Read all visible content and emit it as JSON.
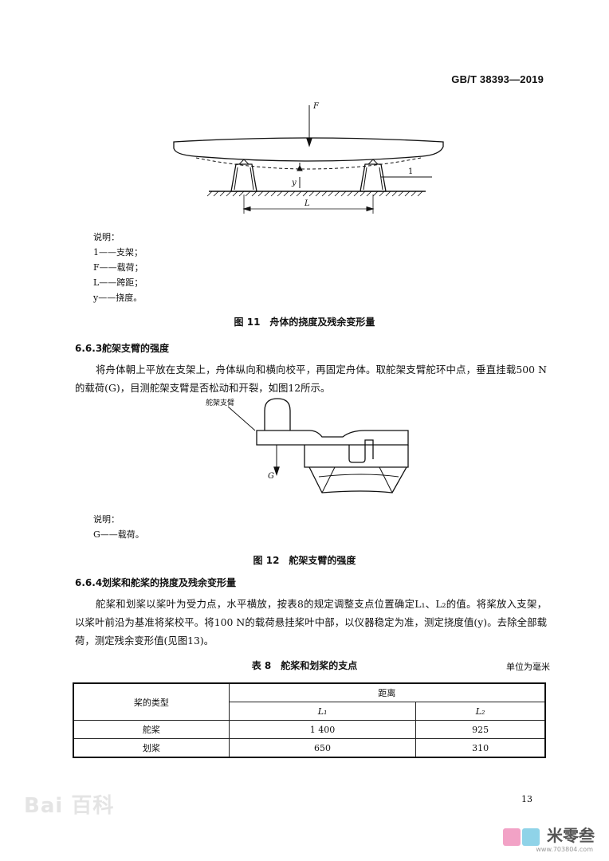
{
  "header": {
    "standard": "GB/T 38393—2019"
  },
  "figure11": {
    "labels": {
      "force": "F",
      "deflection": "y",
      "span": "L",
      "part1": "1"
    },
    "legend_title": "说明：",
    "legend": [
      "1——支架；",
      "F——载荷；",
      "L——跨距；",
      "y——挠度。"
    ],
    "caption": "图 11　舟体的挠度及残余变形量"
  },
  "section_663": {
    "number": "6.6.3",
    "title": "舵架支臂的强度",
    "paragraph": "将舟体朝上平放在支架上，舟体纵向和横向校平，再固定舟体。取舵架支臂舵环中点，垂直挂载500 N的载荷(G)，目测舵架支臂是否松动和开裂，如图12所示。"
  },
  "figure12": {
    "labels": {
      "arm": "舵架支臂",
      "load": "G"
    },
    "legend_title": "说明：",
    "legend": [
      "G——载荷。"
    ],
    "caption": "图 12　舵架支臂的强度"
  },
  "section_664": {
    "number": "6.6.4",
    "title": "划桨和舵桨的挠度及残余变形量",
    "paragraph": "舵桨和划桨以桨叶为受力点，水平横放，按表8的规定调整支点位置确定L₁、L₂的值。将桨放入支架，以桨叶前沿为基准将桨校平。将100 N的载荷悬挂桨叶中部，以仪器稳定为准，测定挠度值(y)。去除全部载荷，测定残余变形值(见图13)。"
  },
  "table8": {
    "caption": "表 8　舵桨和划桨的支点",
    "unit": "单位为毫米",
    "header_type": "桨的类型",
    "header_distance": "距离",
    "col_l1": "L₁",
    "col_l2": "L₂",
    "rows": [
      {
        "type": "舵桨",
        "l1": "1 400",
        "l2": "925"
      },
      {
        "type": "划桨",
        "l1": "650",
        "l2": "310"
      }
    ]
  },
  "footer": {
    "page_number": "13",
    "watermark_left": "Bai 百科",
    "watermark_right": "米零叁",
    "watermark_url": "www.703804.com"
  }
}
